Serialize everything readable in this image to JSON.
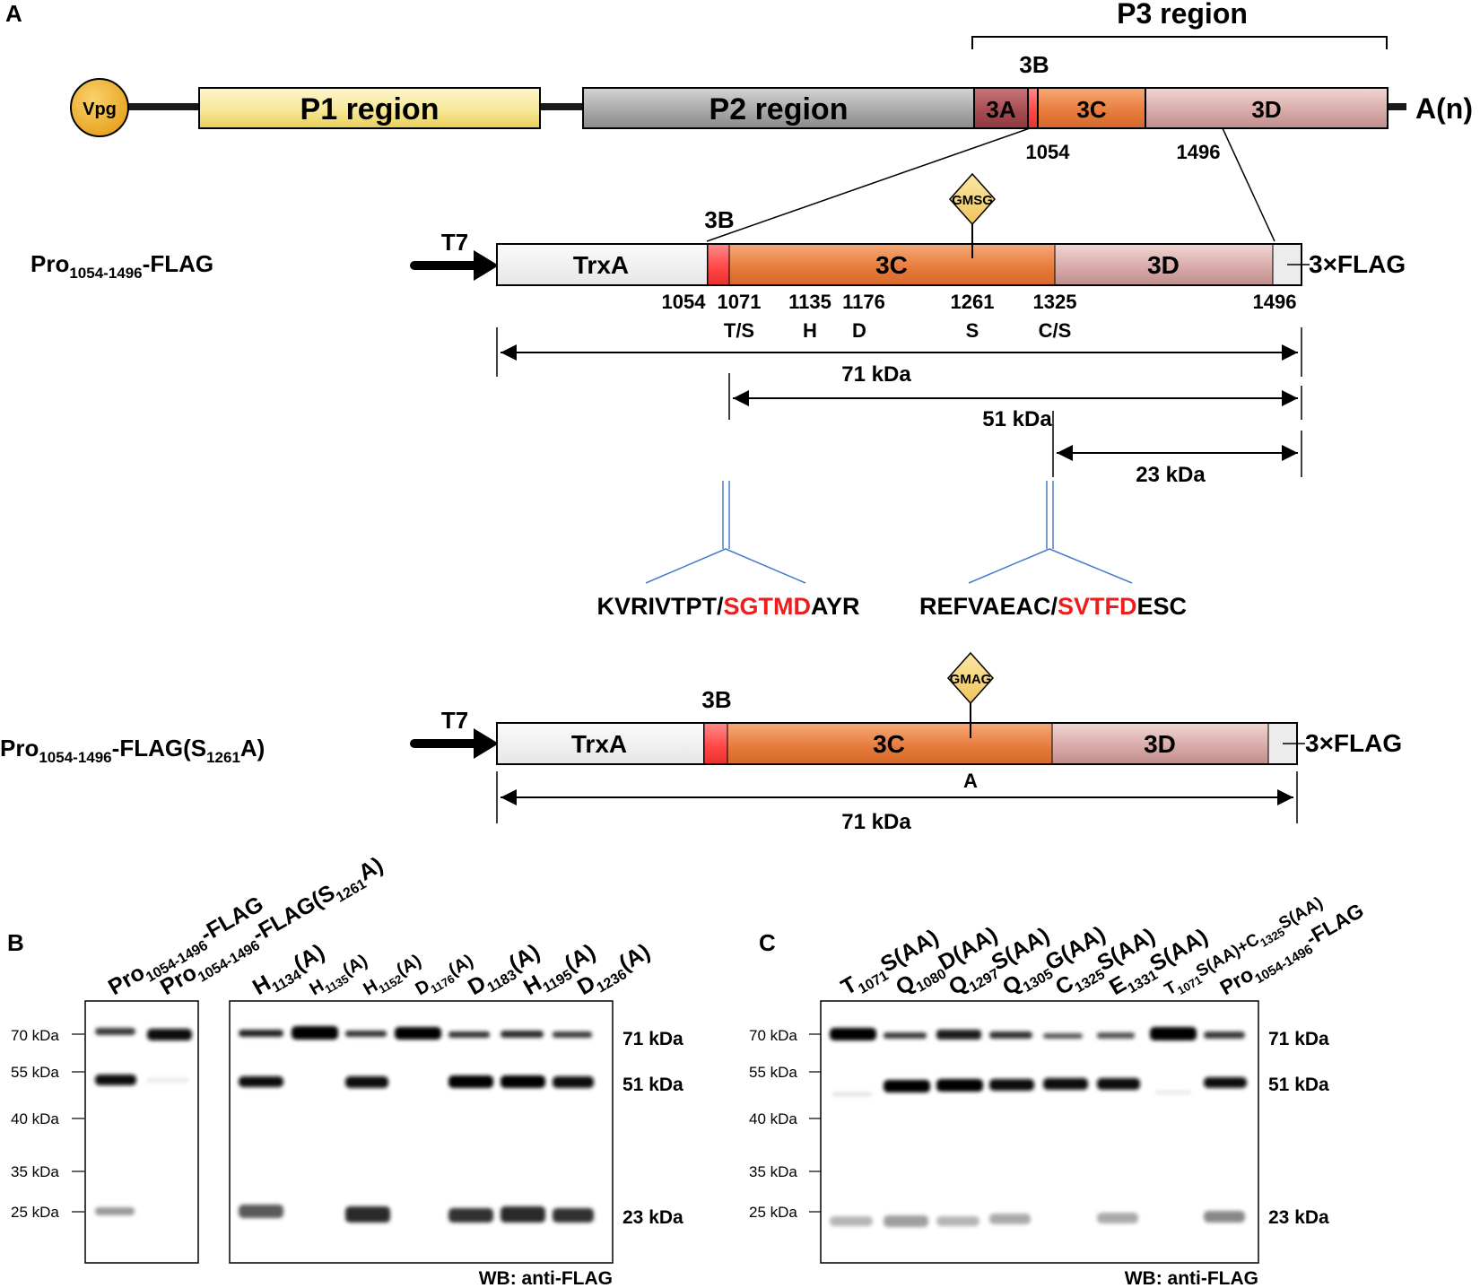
{
  "panelA": {
    "label": "A",
    "p3_label": "P3 region",
    "vpg": "Vpg",
    "p1": "P1 region",
    "p2": "P2 region",
    "r3a": "3A",
    "r3b": "3B",
    "r3c": "3C",
    "r3d": "3D",
    "an": "A(n)",
    "pos1054": "1054",
    "pos1496": "1496",
    "construct1": {
      "name_main": "Pro",
      "name_sub": "1054-1496",
      "name_suffix": "-FLAG",
      "t7": "T7",
      "trxa": "TrxA",
      "b3": "3B",
      "c3": "3C",
      "d3": "3D",
      "flag": "3×FLAG",
      "motif": "GMSG",
      "positions": [
        "1054",
        "1071",
        "1135",
        "1176",
        "1261",
        "1325",
        "1496"
      ],
      "residues": [
        "T/S",
        "H",
        "D",
        "S",
        "C/S"
      ],
      "size_full": "71 kDa",
      "size_mid": "51 kDa",
      "size_small": "23 kDa"
    },
    "site1": {
      "pre": "KVRIVTPT/",
      "red": "SGTMD",
      "post": "AYR"
    },
    "site2": {
      "pre": "REFVAEAC/",
      "red": "SVTFD",
      "post": "ESC"
    },
    "construct2": {
      "name_main": "Pro",
      "name_sub": "1054-1496",
      "name_mid": "-FLAG(S",
      "name_sub2": "1261",
      "name_suffix": "A)",
      "t7": "T7",
      "trxa": "TrxA",
      "b3": "3B",
      "c3": "3C",
      "d3": "3D",
      "flag": "3×FLAG",
      "motif": "GMAG",
      "mut": "A",
      "size_full": "71 kDa"
    }
  },
  "panelB": {
    "label": "B",
    "markers": [
      "70 kDa",
      "55 kDa",
      "40 kDa",
      "35 kDa",
      "25 kDa"
    ],
    "bands": [
      "71 kDa",
      "51 kDa",
      "23 kDa"
    ],
    "wb": "WB: anti-FLAG",
    "lanes_left": [
      {
        "main": "Pro",
        "sub": "1054-1496",
        "suffix": "-FLAG"
      },
      {
        "main": "Pro",
        "sub": "1054-1496",
        "suffix": "-FLAG(S",
        "sub2": "1261",
        "suffix2": "A)"
      }
    ],
    "lanes_right": [
      {
        "main": "H",
        "sub": "1134",
        "suffix": "(A)"
      },
      {
        "main": "H",
        "sub": "1135",
        "suffix": "(A)"
      },
      {
        "main": "H",
        "sub": "1152",
        "suffix": "(A)"
      },
      {
        "main": "D",
        "sub": "1176",
        "suffix": "(A)"
      },
      {
        "main": "D",
        "sub": "1183",
        "suffix": "(A)"
      },
      {
        "main": "H",
        "sub": "1195",
        "suffix": "(A)"
      },
      {
        "main": "D",
        "sub": "1236",
        "suffix": "(A)"
      }
    ]
  },
  "panelC": {
    "label": "C",
    "markers": [
      "70 kDa",
      "55 kDa",
      "40 kDa",
      "35 kDa",
      "25 kDa"
    ],
    "bands": [
      "71 kDa",
      "51 kDa",
      "23 kDa"
    ],
    "wb": "WB: anti-FLAG",
    "lanes": [
      {
        "main": "T",
        "sub": "1071",
        "suffix": "S(AA)"
      },
      {
        "main": "Q",
        "sub": "1080",
        "suffix": "D(AA)"
      },
      {
        "main": "Q",
        "sub": "1297",
        "suffix": "S(AA)"
      },
      {
        "main": "Q",
        "sub": "1305",
        "suffix": "G(AA)"
      },
      {
        "main": "C",
        "sub": "1325",
        "suffix": "S(AA)"
      },
      {
        "main": "E",
        "sub": "1331",
        "suffix": "S(AA)"
      },
      {
        "main": "T",
        "sub": "1071",
        "suffix": "S(AA)+C",
        "sub2": "1325",
        "suffix2": "S(AA)"
      },
      {
        "main": "Pro",
        "sub": "1054-1496",
        "suffix": "-FLAG"
      }
    ]
  },
  "colors": {
    "p1": "#f8eba0",
    "p2": "#a8a8a8",
    "a3": "#a84a50",
    "b3": "#ff4a4a",
    "c3": "#e87a38",
    "d3": "#d8aaa8",
    "vpg": "#f2b531",
    "motif": "#f6d77e",
    "red_text": "#ee1c1c",
    "blue_line": "#4a7acb"
  }
}
